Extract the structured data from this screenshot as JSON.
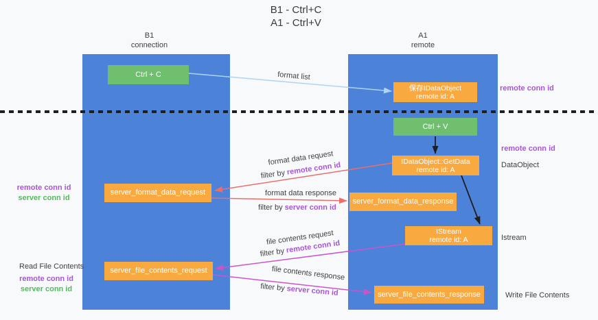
{
  "title": {
    "line1": "B1 - Ctrl+C",
    "line2": "A1 - Ctrl+V"
  },
  "columns": {
    "b1": {
      "name": "B1",
      "subtitle": "connection"
    },
    "a1": {
      "name": "A1",
      "subtitle": "remote"
    }
  },
  "nodes": {
    "ctrl_c": "Ctrl + C",
    "save_idataobject": {
      "line1": "保存IDataObject",
      "line2": "remote id: A"
    },
    "ctrl_v": "Ctrl + V",
    "idataobject_getdata": {
      "line1": "IDataObject::GetData",
      "line2": "remote id: A"
    },
    "server_format_data_request": "server_format_data_request",
    "server_format_data_response": "server_format_data_response",
    "istream": {
      "line1": "IStream",
      "line2": "remote id: A"
    },
    "server_file_contents_request": "server_file_contents_request",
    "server_file_contents_response": "server_file_contents_response"
  },
  "edge_labels": {
    "format_list": "format list",
    "format_data_request": "format data request",
    "format_data_response": "format data response",
    "file_contents_request": "file contents request",
    "file_contents_response": "file contents response",
    "filter_by": "filter by",
    "remote_conn_id": "remote conn id",
    "server_conn_id": "server conn id"
  },
  "side_labels": {
    "remote_conn_id": "remote conn id",
    "server_conn_id": "server conn id",
    "dataobject": "DataObject",
    "istream": "Istream",
    "read_file_contents": "Read File Contents",
    "write_file_contents": "Write File Contents"
  },
  "colors": {
    "lifeline_blue": "#4d82d9",
    "node_orange": "#f8a940",
    "node_green": "#6fbf6f",
    "arrow_light_blue": "#aed4f2",
    "arrow_black": "#1f1f1f",
    "arrow_red": "#e8706a",
    "arrow_magenta": "#c956c9",
    "text_purple": "#a855d4",
    "text_green": "#55b85f",
    "text_dark": "#3f3f3f",
    "background": "#f8f9fa"
  }
}
